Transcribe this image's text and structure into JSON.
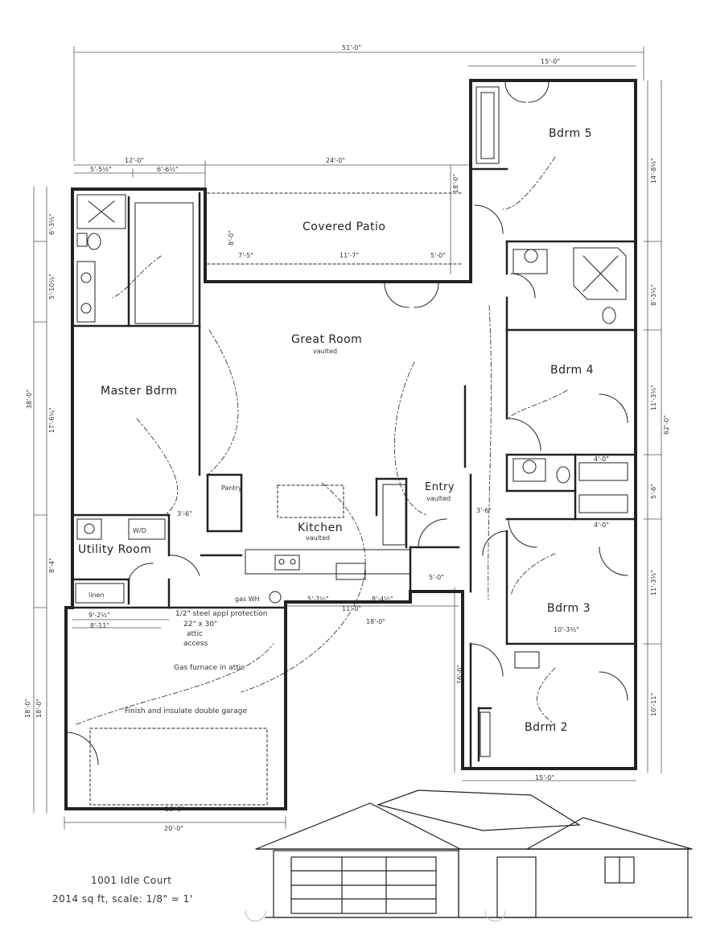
{
  "rooms": {
    "bdrm5": "Bdrm 5",
    "covered_patio": "Covered Patio",
    "great_room": "Great Room",
    "great_room_sub": "vaulted",
    "master": "Master Bdrm",
    "bdrm4": "Bdrm 4",
    "pantry": "Pantry",
    "entry": "Entry",
    "entry_sub": "vaulted",
    "kitchen": "Kitchen",
    "kitchen_sub": "vaulted",
    "utility": "Utility Room",
    "linen": "linen",
    "wtr": "W/D",
    "bdrm3": "Bdrm 3",
    "bdrm2": "Bdrm 2",
    "gas_wh": "gas WH"
  },
  "dimensions": {
    "overall_width": "51'-0\"",
    "bdrm5_width": "15'-0\"",
    "top_12": "12'-0\"",
    "top_24": "24'-0\"",
    "top_5_5": "5'-5½\"",
    "top_6_6": "6'-6½\"",
    "patio_depth": "8'-0\"",
    "patio_18": "18'-0\"",
    "patio_7_5": "7'-5\"",
    "patio_11_7": "11'-7\"",
    "patio_5_0": "5'-0\"",
    "left_6_3": "6'-3½\"",
    "left_5_10": "5'-10¼\"",
    "left_38": "38'-0\"",
    "left_17_6": "17'-6¼\"",
    "left_8_4": "8'-4\"",
    "left_18a": "18'-0\"",
    "left_18b": "18'-0\"",
    "right_14_8": "14'-8½\"",
    "right_8_3": "8'-3½\"",
    "right_11_3a": "11'-3½\"",
    "right_62": "62'-0\"",
    "right_5_6": "5'-6\"",
    "right_11_3b": "11'-3½\"",
    "right_16": "16'-0\"",
    "right_10_11": "10'-11\"",
    "pantry_w": "3'-6\"",
    "hall_w": "3'-6\"",
    "k_5_7": "5'-7½\"",
    "k_8_4": "8'-4½\"",
    "k_11_0": "11'-0\"",
    "k_18_0": "18'-0\"",
    "k_5_0": "5'-0\"",
    "g_9_2": "9'-2½\"",
    "g_8_11": "8'-11\"",
    "g_20": "20'-0\"",
    "g_16": "16'-0\"",
    "bdrm3_w": "10'-3½\"",
    "bdrm2_w": "15'-0\"",
    "closet_4a": "4'-0\"",
    "closet_4b": "4'-0\""
  },
  "notes": {
    "steel": "1/2\" steel appl protection",
    "attic1": "22\" x 30\"",
    "attic2": "attic",
    "attic3": "access",
    "furnace": "Gas furnace in attic",
    "garage": "Finish and insulate double garage"
  },
  "caption": {
    "address": "1001 Idle Court",
    "details": "2014 sq ft, scale: 1/8\" = 1'"
  }
}
